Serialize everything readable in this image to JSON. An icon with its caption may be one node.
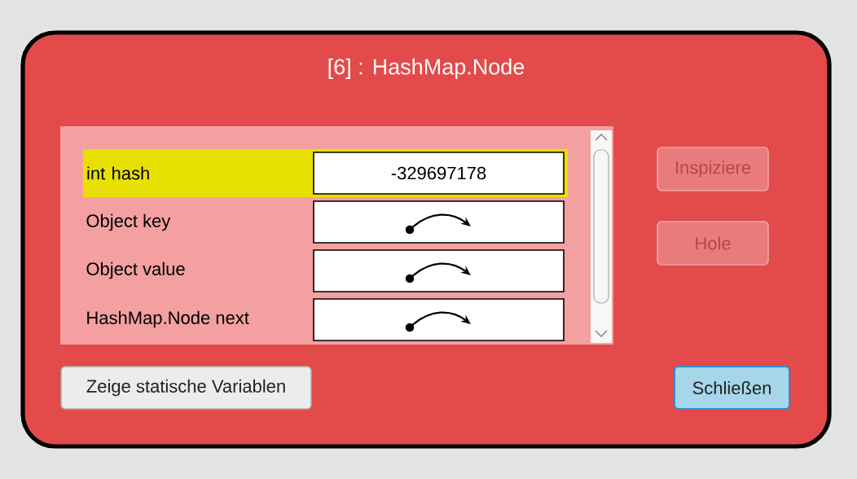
{
  "diagram": {
    "nodes": [
      {
        "text": [
          "[6] : HashMap.Node"
        ]
      },
      {
        "text": [],
        "shape": "box",
        "in": 0
      },
      {
        "text": [
          "int hash"
        ],
        "in": 1
      },
      {
        "text": [
          "-329697178"
        ],
        "in": 2
      },
      {
        "text": [],
        "shape": "box",
        "in": 1
      },
      {
        "text": [],
        "shape": "box",
        "in": 1
      },
      {
        "text": [],
        "shape": "box",
        "in": 1
      },
      {
        "text": [
          "Inspiziere"
        ],
        "in": 0
      },
      {
        "text": [
          "Hole"
        ],
        "in": 0
      },
      {
        "text": [
          "Zeige statische Variablen"
        ],
        "in": 0
      },
      {
        "text": [
          "Schließen"
        ],
        "in": 0
      }
    ],
    "edges": [],
    "labels": [
      "Object key",
      "Object value",
      "HashMap.Node next"
    ]
  }
}
